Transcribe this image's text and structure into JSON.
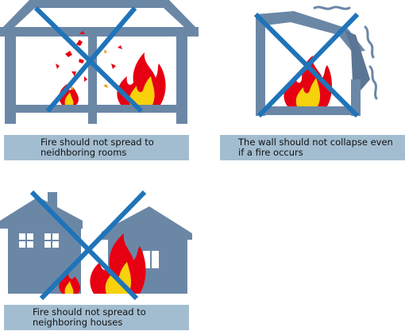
{
  "panels": [
    {
      "id": "neighboring-rooms",
      "caption_lines": [
        "Fire should not spread to",
        "neidhboring rooms"
      ]
    },
    {
      "id": "wall-collapse",
      "caption_lines": [
        "The wall should not collapse even",
        "if a fire occurs"
      ]
    },
    {
      "id": "neighboring-houses",
      "caption_lines": [
        "Fire should not spread to",
        "neighboring houses"
      ]
    }
  ],
  "colors": {
    "house": "#6b87a6",
    "house_dark": "#5b7594",
    "cross": "#1f74b9",
    "caption_bg": "#a3bdd0",
    "fire_outer": "#e60012",
    "fire_inner": "#f6d10c",
    "spark": "#f29600"
  },
  "icons": [
    "cross-out-icon",
    "fire-icon",
    "house-icon"
  ]
}
